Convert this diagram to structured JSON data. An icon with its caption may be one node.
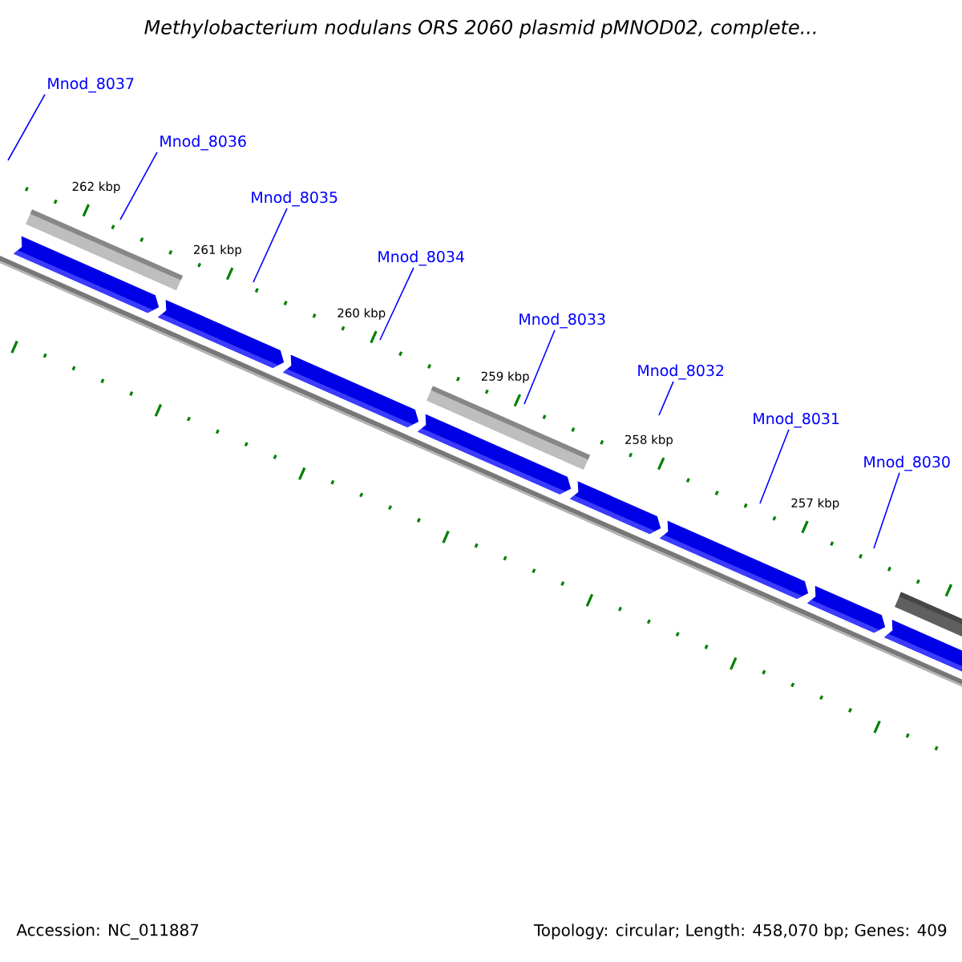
{
  "diagram": {
    "title": "Methylobacterium nodulans ORS 2060 plasmid pMNOD02, complete...",
    "nodes": [
      {
        "text": [
          "Mnod_8037"
        ]
      },
      {
        "text": [
          "Mnod_8036"
        ]
      },
      {
        "text": [
          "Mnod_8035"
        ]
      },
      {
        "text": [
          "Mnod_8034"
        ]
      },
      {
        "text": [
          "Mnod_8033"
        ]
      },
      {
        "text": [
          "Mnod_8032"
        ]
      },
      {
        "text": [
          "Mnod_8031"
        ]
      },
      {
        "text": [
          "Mnod_8030"
        ]
      }
    ],
    "edges": [
      {
        "from": 0,
        "to": null,
        "arrow": "none"
      },
      {
        "from": 1,
        "to": null,
        "arrow": "none"
      },
      {
        "from": 2,
        "to": null,
        "arrow": "none"
      },
      {
        "from": 3,
        "to": null,
        "arrow": "none"
      },
      {
        "from": 4,
        "to": null,
        "arrow": "none"
      },
      {
        "from": 5,
        "to": null,
        "arrow": "none"
      },
      {
        "from": 6,
        "to": null,
        "arrow": "none"
      },
      {
        "from": 7,
        "to": null,
        "arrow": "none"
      }
    ],
    "labels": [
      "262 kbp",
      "261 kbp",
      "260 kbp",
      "259 kbp",
      "258 kbp",
      "257 kbp",
      "Accession: NC_011887",
      "Topology: circular; Length: 458,070 bp; Genes: 409"
    ]
  }
}
